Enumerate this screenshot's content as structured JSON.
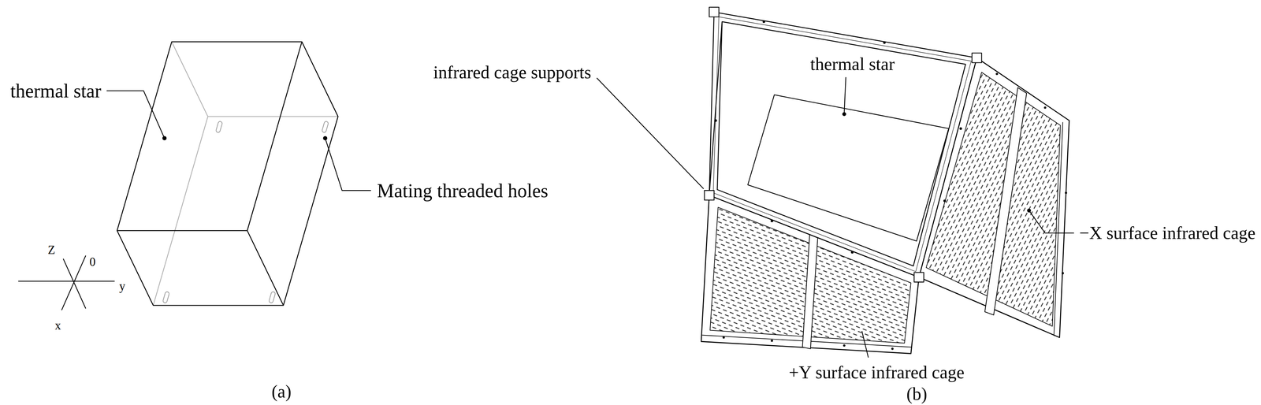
{
  "diagram": {
    "labels": [
      "thermal star",
      "Z",
      "0",
      "y",
      "x",
      "Mating threaded holes",
      "(a)",
      "infrared cage supports",
      "thermal star",
      "−X surface infrared cage",
      "+Y surface infrared cage",
      "(b)"
    ]
  }
}
